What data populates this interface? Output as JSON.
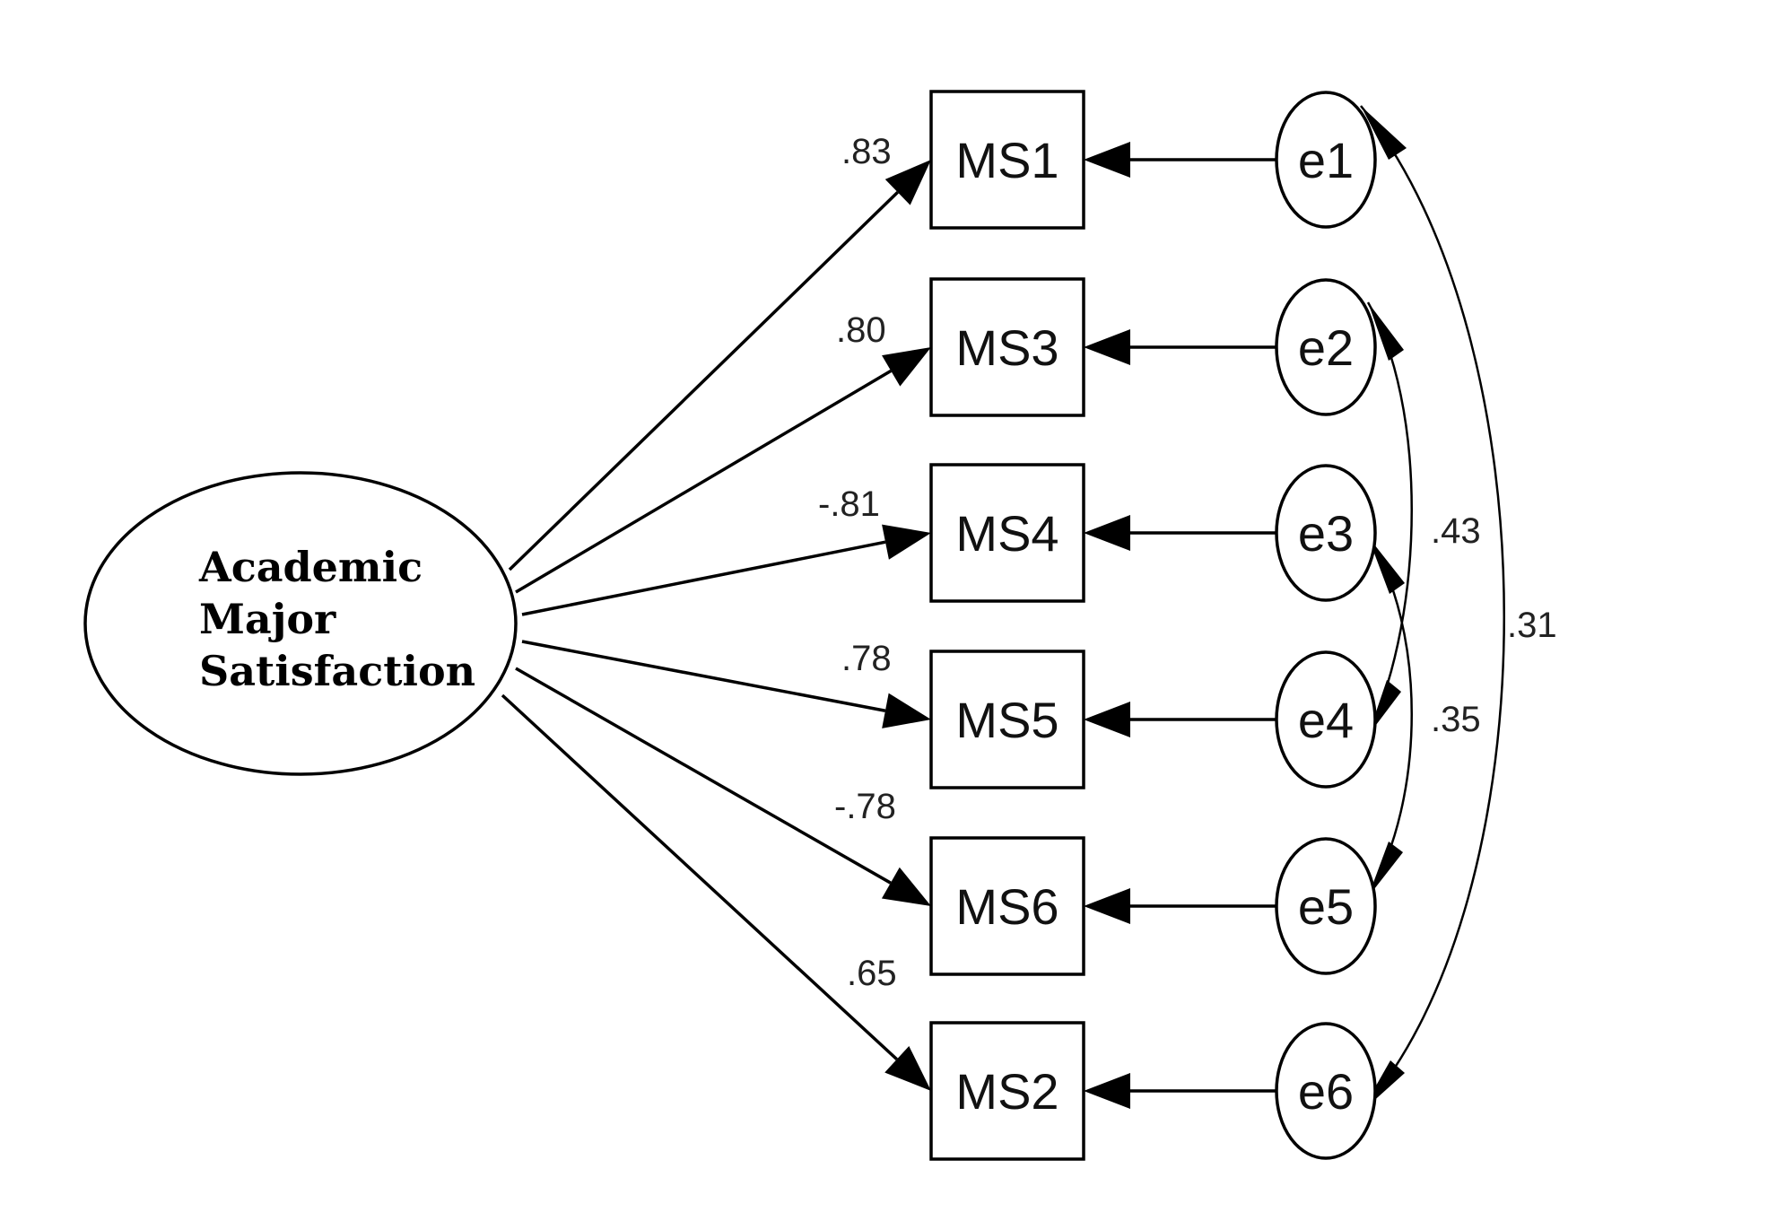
{
  "latent": {
    "lines": [
      "Academic",
      "Major",
      "Satisfaction"
    ]
  },
  "indicators": [
    {
      "label": "MS1",
      "loading": ".83",
      "error": "e1"
    },
    {
      "label": "MS3",
      "loading": ".80",
      "error": "e2"
    },
    {
      "label": "MS4",
      "loading": "-.81",
      "error": "e3"
    },
    {
      "label": "MS5",
      "loading": ".78",
      "error": "e4"
    },
    {
      "label": "MS6",
      "loading": "-.78",
      "error": "e5"
    },
    {
      "label": "MS2",
      "loading": ".65",
      "error": "e6"
    }
  ],
  "covariances": [
    {
      "from": "e2",
      "to": "e4",
      "value": ".43"
    },
    {
      "from": "e3",
      "to": "e5",
      "value": ".35"
    },
    {
      "from": "e1",
      "to": "e6",
      "value": ".31"
    }
  ]
}
